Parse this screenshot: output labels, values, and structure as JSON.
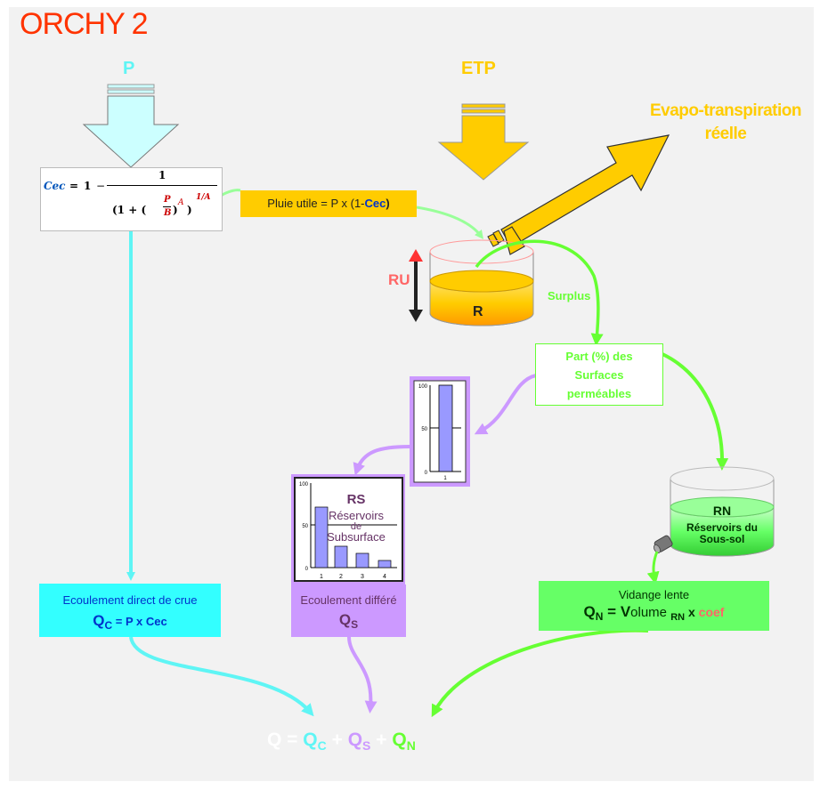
{
  "title": "ORCHY 2",
  "labels": {
    "p": "P",
    "etp": "ETP",
    "evapo_line1": "Evapo-transpiration",
    "evapo_line2": "réelle",
    "ru": "RU",
    "r": "R",
    "surplus": "Surplus"
  },
  "formula": {
    "lhs": "Cec",
    "equals": "=",
    "one": "1",
    "minus": "−",
    "numerator": "1",
    "paren_open": "(1 + (",
    "frac_p": "P",
    "frac_b": "B",
    "paren_close": ")",
    "exp_a": "A",
    "exp_outer": "1/A"
  },
  "pluie_utile": {
    "text": "Pluie utile = P x (1-",
    "cec": "Cec",
    "close": ")"
  },
  "part_box": {
    "line1": "Part (%) des",
    "line2": "Surfaces",
    "line3": "perméables"
  },
  "chart_small": {
    "yticks": [
      "100",
      "50",
      "0"
    ],
    "xticks": [
      "1"
    ]
  },
  "chart_rs": {
    "yticks": [
      "100",
      "50",
      "0"
    ],
    "xticks": [
      "1",
      "2",
      "3",
      "4"
    ],
    "title": "RS",
    "line1": "Réservoirs",
    "line2": "de",
    "line3": "Subsurface"
  },
  "rn_tank": {
    "title": "RN",
    "line1": "Réservoirs du",
    "line2": "Sous-sol"
  },
  "qc_box": {
    "line1": "Ecoulement direct de crue",
    "q": "Q",
    "sub": "C",
    "rest": " = P x Cec"
  },
  "qs_box": {
    "line1": "Ecoulement différé",
    "q": "Q",
    "sub": "S"
  },
  "qn_box": {
    "line1": "Vidange lente",
    "q": "Q",
    "sub": "N",
    "eq": " = ",
    "v": "V",
    "volume": "olume ",
    "rn_sub": "RN",
    "x": " x ",
    "coef": "coef"
  },
  "final_eq": {
    "q": "Q =",
    "qc": "Q",
    "qc_sub": "C",
    "plus1": "+",
    "qs": "Q",
    "qs_sub": "S",
    "plus2": "+",
    "qn": "Q",
    "qn_sub": "N"
  },
  "colors": {
    "title": "#ff3300",
    "cyan": "#5ff5f5",
    "cyan_box": "#33ffff",
    "orange": "#ffcc00",
    "green": "#66ff33",
    "green_box": "#66ff66",
    "lavender": "#cc99ff",
    "purple_box": "#cc99ff",
    "red": "#ff3333",
    "blue": "#0033cc"
  }
}
